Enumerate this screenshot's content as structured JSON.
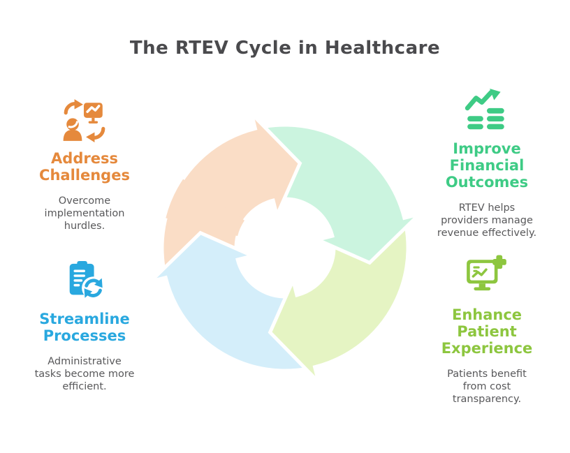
{
  "title": "The RTEV Cycle in Healthcare",
  "colors": {
    "title_text": "#4A4A4D",
    "body_text": "#58585A",
    "orange": "#E5893C",
    "green": "#3ECB85",
    "blue": "#29A8DF",
    "lime": "#8DC63F",
    "gap_white": "#FFFFFF"
  },
  "cycle": {
    "type": "clockwise-cycle",
    "segment_order": [
      "peach-top-left",
      "mint-top-right",
      "lime-bottom-right",
      "blue-bottom-left"
    ],
    "peach": "#FADDC6",
    "mint": "#CBF4DF",
    "blue": "#D4EEFA",
    "lime": "#E5F4C3"
  },
  "sections": [
    {
      "id": "address-challenges",
      "icon": "person-sync-icon",
      "heading": "Address\nChallenges",
      "body": "Overcome\nimplementation\nhurdles."
    },
    {
      "id": "improve-financial-outcomes",
      "icon": "growth-chart-icon",
      "heading": "Improve\nFinancial\nOutcomes",
      "body": "RTEV helps\nproviders manage\nrevenue effectively."
    },
    {
      "id": "streamline-processes",
      "icon": "clipboard-sync-icon",
      "heading": "Streamline\nProcesses",
      "body": "Administrative\ntasks become more\nefficient."
    },
    {
      "id": "enhance-patient-experience",
      "icon": "monitor-plus-icon",
      "heading": "Enhance\nPatient\nExperience",
      "body": "Patients benefit\nfrom cost\ntransparency."
    }
  ]
}
